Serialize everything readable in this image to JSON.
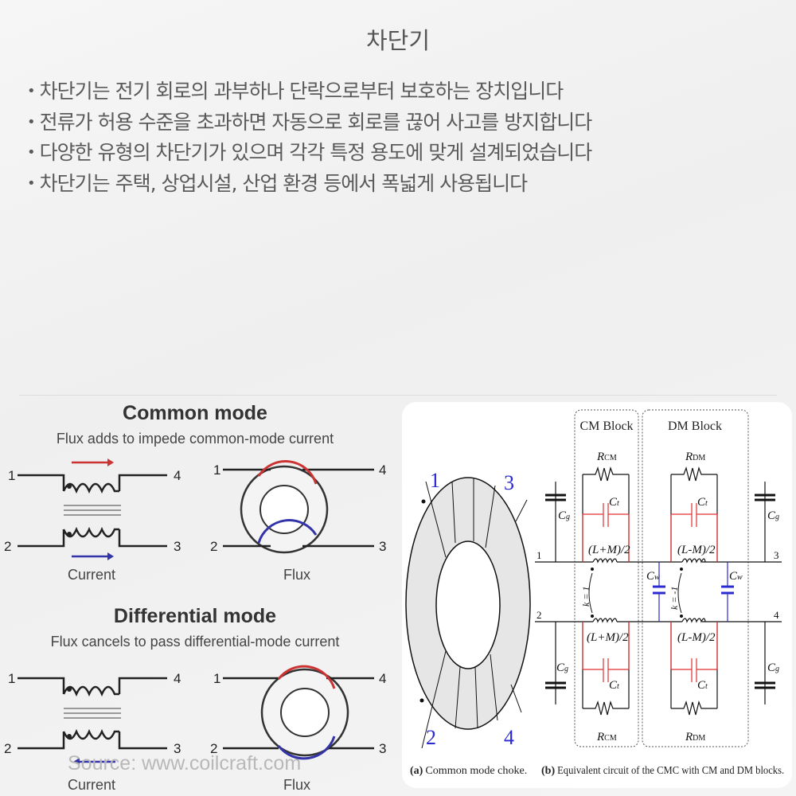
{
  "title": "차단기",
  "bullets": [
    "차단기는 전기 회로의 과부하나 단락으로부터 보호하는 장치입니다",
    "전류가 허용 수준을 초과하면 자동으로 회로를 끊어 사고를 방지합니다",
    "다양한 유형의 차단기가 있으며 각각 특정 용도에 맞게 설계되었습니다",
    "차단기는 주택, 상업시설, 산업 환경 등에서 폭넓게 사용됩니다"
  ],
  "left_figure": {
    "common_title": "Common mode",
    "common_sub": "Flux adds to impede common-mode current",
    "diff_title": "Differential mode",
    "diff_sub": "Flux cancels to pass differential-mode current",
    "pins": [
      "1",
      "2",
      "3",
      "4"
    ],
    "current_label": "Current",
    "flux_label": "Flux",
    "source": "Source: www.coilcraft.com"
  },
  "right_figure": {
    "cm_block": "CM Block",
    "dm_block": "DM Block",
    "r_cm": "R",
    "r_cm_sub": "CM",
    "r_dm": "R",
    "r_dm_sub": "DM",
    "c_t": "C",
    "c_t_sub": "t",
    "c_g": "C",
    "c_g_sub": "g",
    "c_w": "C",
    "c_w_sub": "w",
    "l_plus": "(L+M)/2",
    "l_minus": "(L-M)/2",
    "k_pos": "k = 1",
    "k_neg": "k = -1",
    "pins": [
      "1",
      "2",
      "3",
      "4"
    ],
    "caption_a_tag": "(a)",
    "caption_a": "Common mode choke.",
    "caption_b_tag": "(b)",
    "caption_b": "Equivalent circuit of the CMC with CM and DM blocks."
  },
  "colors": {
    "red": "#e03030",
    "blue": "#2a2ad0",
    "arrow_blue": "#3a3aaa"
  }
}
